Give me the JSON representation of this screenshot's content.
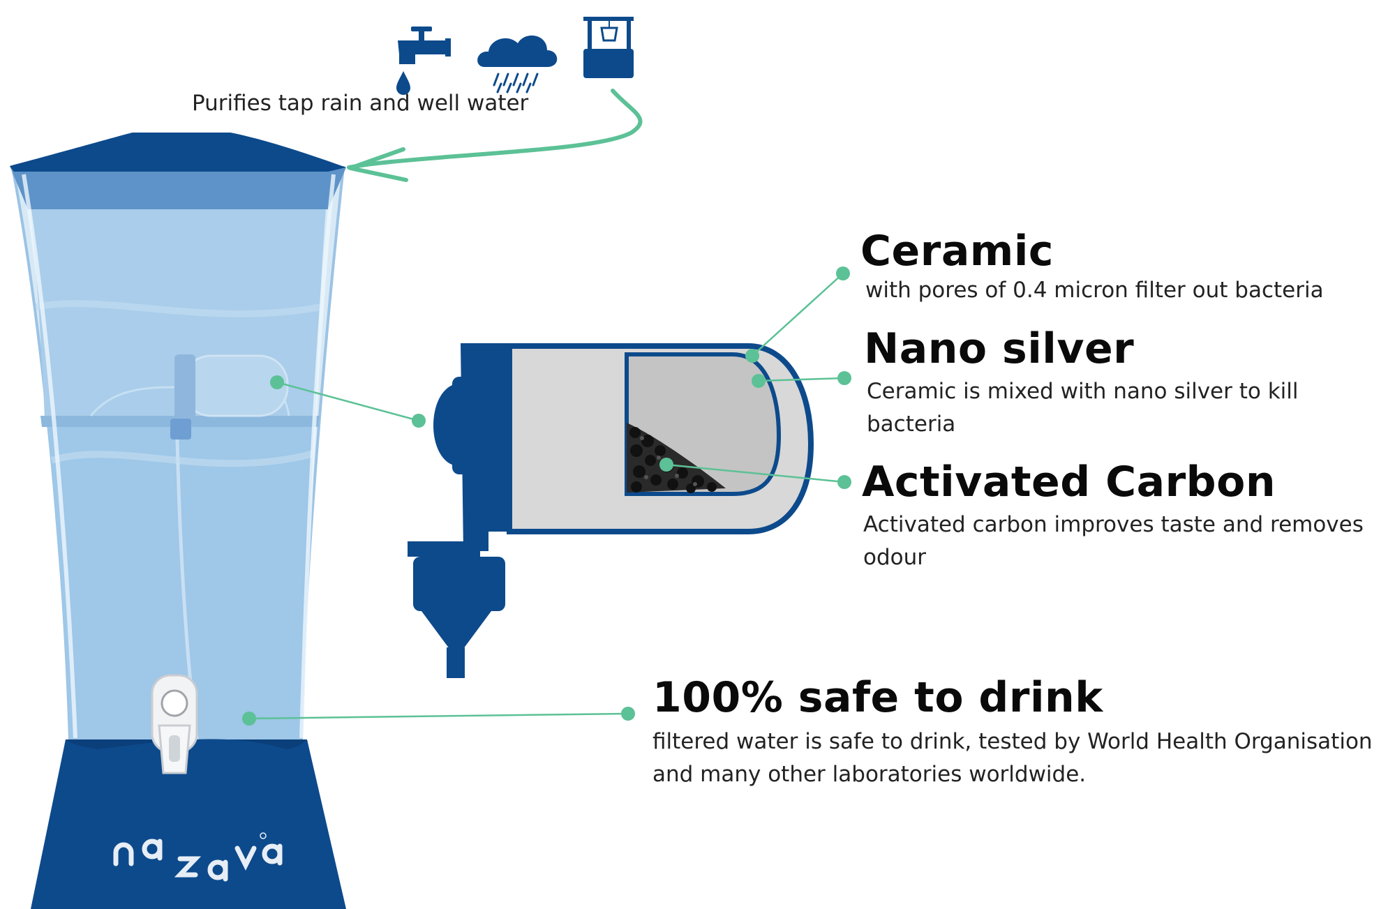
{
  "intro": {
    "text": "Purifies tap rain and well water",
    "icons": [
      "water-tap-icon",
      "rain-cloud-icon",
      "water-well-icon"
    ]
  },
  "brand": {
    "logo": "nazava"
  },
  "features": [
    {
      "title": "Ceramic",
      "description": "with pores of 0.4 micron filter out bacteria"
    },
    {
      "title": "Nano silver",
      "description": "Ceramic is mixed with nano silver to kill bacteria"
    },
    {
      "title": "Activated Carbon",
      "description": "Activated carbon improves taste and removes odour"
    },
    {
      "title": "100% safe to drink",
      "description": "filtered water is safe to drink, tested by World Health Organisation and many other laboratories worldwide."
    }
  ],
  "colors": {
    "navy": "#0d4a8c",
    "water_light": "#a9cdea",
    "water_mid": "#86b8e0",
    "lid": "#5d93c8",
    "leader_green": "#5cc196",
    "ceramic_gray": "#d8d8d8"
  }
}
